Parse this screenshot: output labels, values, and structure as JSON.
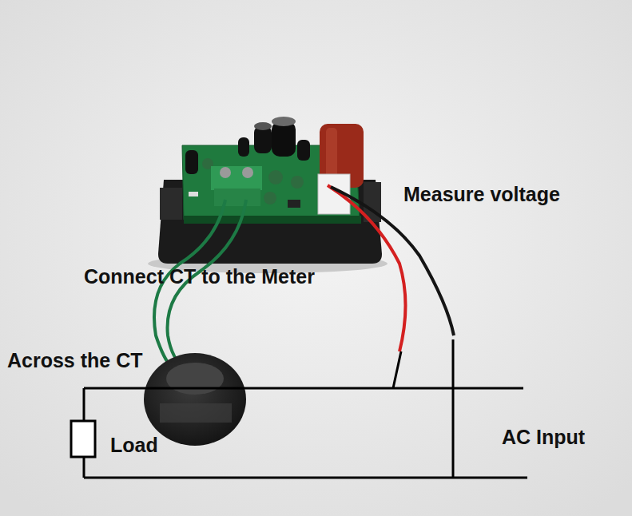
{
  "diagram": {
    "labels": [
      "Measure voltage",
      "Connect CT to the Meter",
      "Across the CT",
      "Load",
      "AC Input"
    ]
  }
}
